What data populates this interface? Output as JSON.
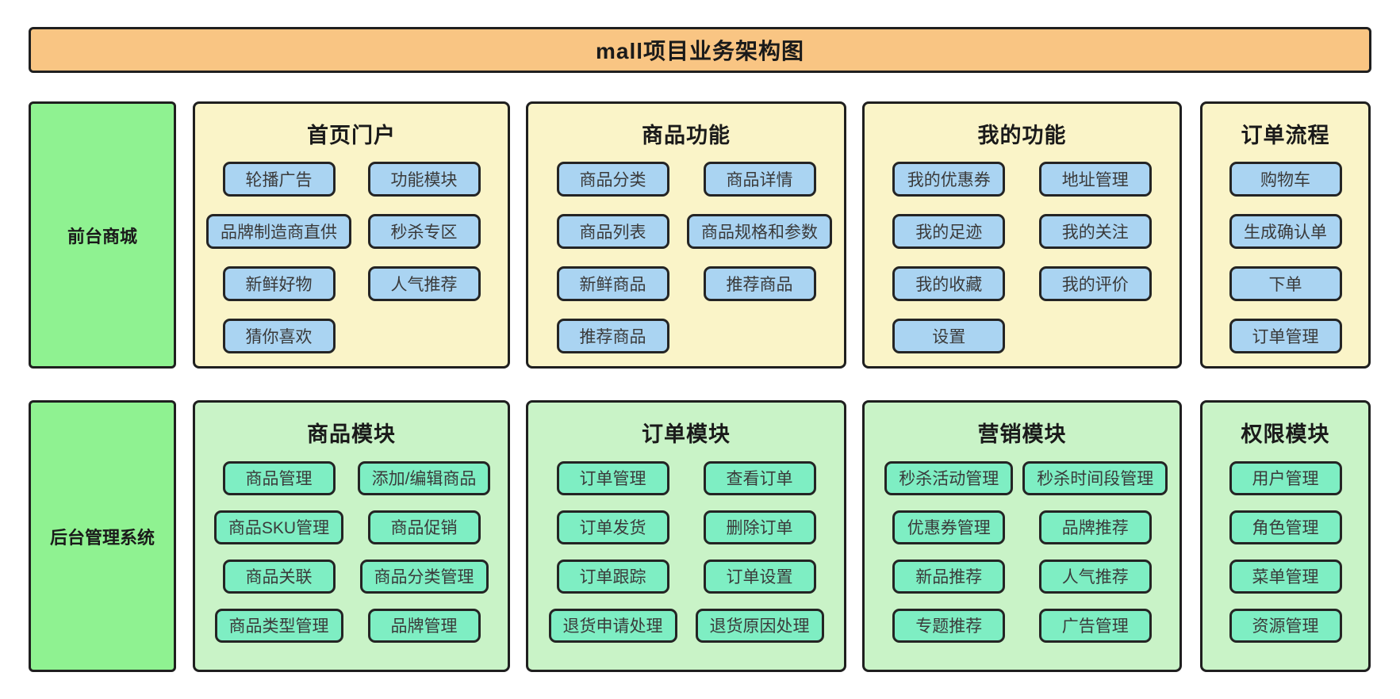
{
  "title": "mall项目业务架构图",
  "colors": {
    "banner-bg": "#F9C583",
    "front-panel-bg": "#FAF4C8",
    "front-btn-bg": "#AAD4F2",
    "sidebar-bg": "#8FF291",
    "admin-panel-bg": "#C9F3C7",
    "admin-btn-bg": "#7EEEC3",
    "border": "#1F1F1F",
    "btn-text": "#3A3A3A"
  },
  "rows": [
    {
      "sidebar": "前台商城",
      "panels": [
        {
          "title": "首页门户",
          "col1": [
            "轮播广告",
            "品牌制造商直供",
            "新鲜好物",
            "猜你喜欢"
          ],
          "col2": [
            "功能模块",
            "秒杀专区",
            "人气推荐"
          ]
        },
        {
          "title": "商品功能",
          "col1": [
            "商品分类",
            "商品列表",
            "新鲜商品",
            "推荐商品"
          ],
          "col2": [
            "商品详情",
            "商品规格和参数",
            "推荐商品"
          ]
        },
        {
          "title": "我的功能",
          "col1": [
            "我的优惠券",
            "我的足迹",
            "我的收藏",
            "设置"
          ],
          "col2": [
            "地址管理",
            "我的关注",
            "我的评价"
          ]
        },
        {
          "title": "订单流程",
          "col1": [
            "购物车",
            "生成确认单",
            "下单",
            "订单管理"
          ],
          "col2": []
        }
      ]
    },
    {
      "sidebar": "后台管理系统",
      "panels": [
        {
          "title": "商品模块",
          "col1": [
            "商品管理",
            "商品SKU管理",
            "商品关联",
            "商品类型管理"
          ],
          "col2": [
            "添加/编辑商品",
            "商品促销",
            "商品分类管理",
            "品牌管理"
          ]
        },
        {
          "title": "订单模块",
          "col1": [
            "订单管理",
            "订单发货",
            "订单跟踪",
            "退货申请处理"
          ],
          "col2": [
            "查看订单",
            "删除订单",
            "订单设置",
            "退货原因处理"
          ]
        },
        {
          "title": "营销模块",
          "col1": [
            "秒杀活动管理",
            "优惠券管理",
            "新品推荐",
            "专题推荐"
          ],
          "col2": [
            "秒杀时间段管理",
            "品牌推荐",
            "人气推荐",
            "广告管理"
          ]
        },
        {
          "title": "权限模块",
          "col1": [
            "用户管理",
            "角色管理",
            "菜单管理",
            "资源管理"
          ],
          "col2": []
        }
      ]
    }
  ]
}
